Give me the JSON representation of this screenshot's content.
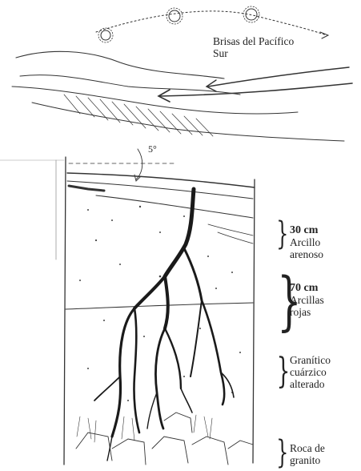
{
  "breeze_label": "Brisas del Pacífico Sur",
  "slope_angle": "5°",
  "layers": [
    {
      "depth": "30 cm",
      "name": "Arcillo arenoso"
    },
    {
      "depth": "70 cm",
      "name": "Arcillas rojas"
    },
    {
      "depth": "",
      "name": "Granítico cuárzico alterado"
    },
    {
      "depth": "",
      "name": "Roca de granito"
    }
  ]
}
